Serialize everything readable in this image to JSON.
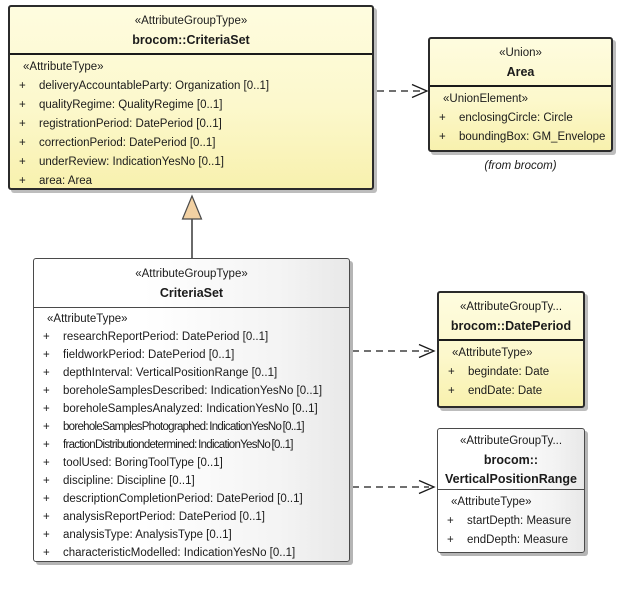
{
  "symbols": {
    "plus": "+"
  },
  "colors": {
    "class_fill_top": "#fefcdf",
    "class_fill_bottom": "#f8f1ae",
    "neutral_fill": "#ffffff",
    "neutral_fill_edge": "#e8e8e8",
    "border": "#2b2b2b",
    "shadow": "#bdbdbd",
    "generalization_arrow_fill": "#f2d1a3",
    "text": "#1b1b1b"
  },
  "boxes": {
    "parent": {
      "stereotype": "«AttributeGroupType»",
      "name": "brocom::CriteriaSet",
      "section_label": "«AttributeType»",
      "attributes": [
        "deliveryAccountableParty: Organization [0..1]",
        "qualityRegime: QualityRegime [0..1]",
        "registrationPeriod: DatePeriod [0..1]",
        "correctionPeriod: DatePeriod [0..1]",
        "underReview: IndicationYesNo [0..1]",
        "area: Area"
      ]
    },
    "area": {
      "stereotype": "«Union»",
      "name": "Area",
      "section_label": "«UnionElement»",
      "attributes": [
        "enclosingCircle: Circle",
        "boundingBox: GM_Envelope"
      ],
      "caption": "(from brocom)"
    },
    "child": {
      "stereotype": "«AttributeGroupType»",
      "name": "CriteriaSet",
      "section_label": "«AttributeType»",
      "attributes": [
        "researchReportPeriod: DatePeriod [0..1]",
        "fieldworkPeriod: DatePeriod [0..1]",
        "depthInterval: VerticalPositionRange [0..1]",
        "boreholeSamplesDescribed: IndicationYesNo [0..1]",
        "boreholeSamplesAnalyzed: IndicationYesNo [0..1]",
        "boreholeSamplesPhotographed: IndicationYesNo [0..1]",
        "fractionDistributiondetermined: IndicationYesNo [0..1]",
        "toolUsed: BoringToolType [0..1]",
        "discipline: Discipline [0..1]",
        "descriptionCompletionPeriod: DatePeriod [0..1]",
        "analysisReportPeriod: DatePeriod [0..1]",
        "analysisType: AnalysisType [0..1]",
        "characteristicModelled: IndicationYesNo [0..1]"
      ]
    },
    "dateperiod": {
      "stereotype": "«AttributeGroupTy...",
      "name": "brocom::DatePeriod",
      "section_label": "«AttributeType»",
      "attributes": [
        "begindate: Date",
        "endDate: Date"
      ]
    },
    "vrange": {
      "stereotype": "«AttributeGroupTy...",
      "name_line1": "brocom::",
      "name_line2": "VerticalPositionRange",
      "section_label": "«AttributeType»",
      "attributes": [
        "startDepth: Measure",
        "endDepth: Measure"
      ]
    }
  }
}
